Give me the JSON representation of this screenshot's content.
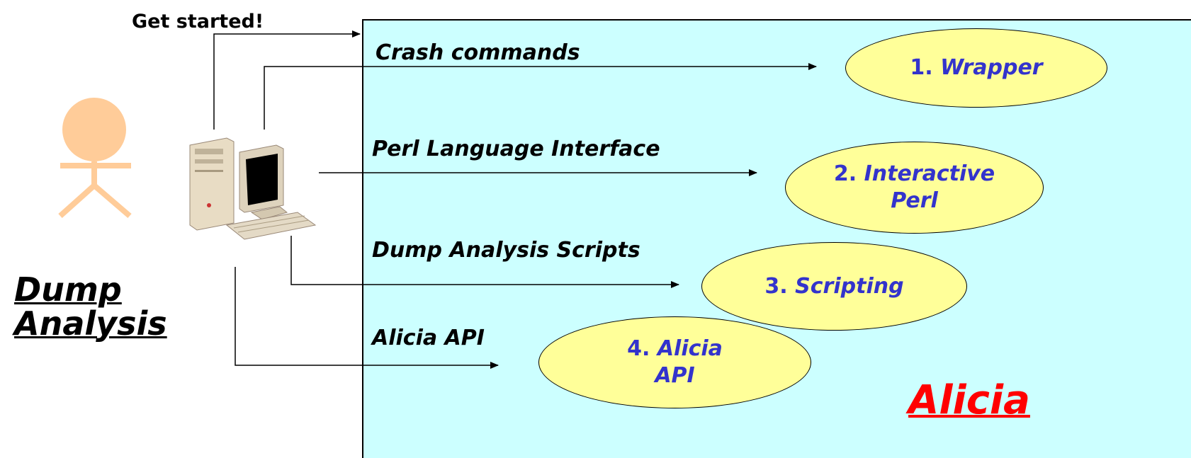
{
  "start_label": "Get started!",
  "actor_title": "Dump Analysis",
  "system_title": "Alicia",
  "colors": {
    "panel": "#ccffff",
    "oval_fill": "#ffff99",
    "oval_text": "#3333cc",
    "actor": "#ffcc99",
    "system_title": "#ff0000"
  },
  "icons": {
    "actor": "stick-figure-icon",
    "computer": "desktop-computer-icon"
  },
  "interfaces": [
    {
      "label": "Crash commands",
      "number": "1.",
      "name": "Wrapper"
    },
    {
      "label": "Perl Language Interface",
      "number": "2.",
      "name": "Interactive Perl"
    },
    {
      "label": "Dump Analysis Scripts",
      "number": "3.",
      "name": "Scripting"
    },
    {
      "label": "Alicia API",
      "number": "4.",
      "name": "Alicia API"
    }
  ]
}
